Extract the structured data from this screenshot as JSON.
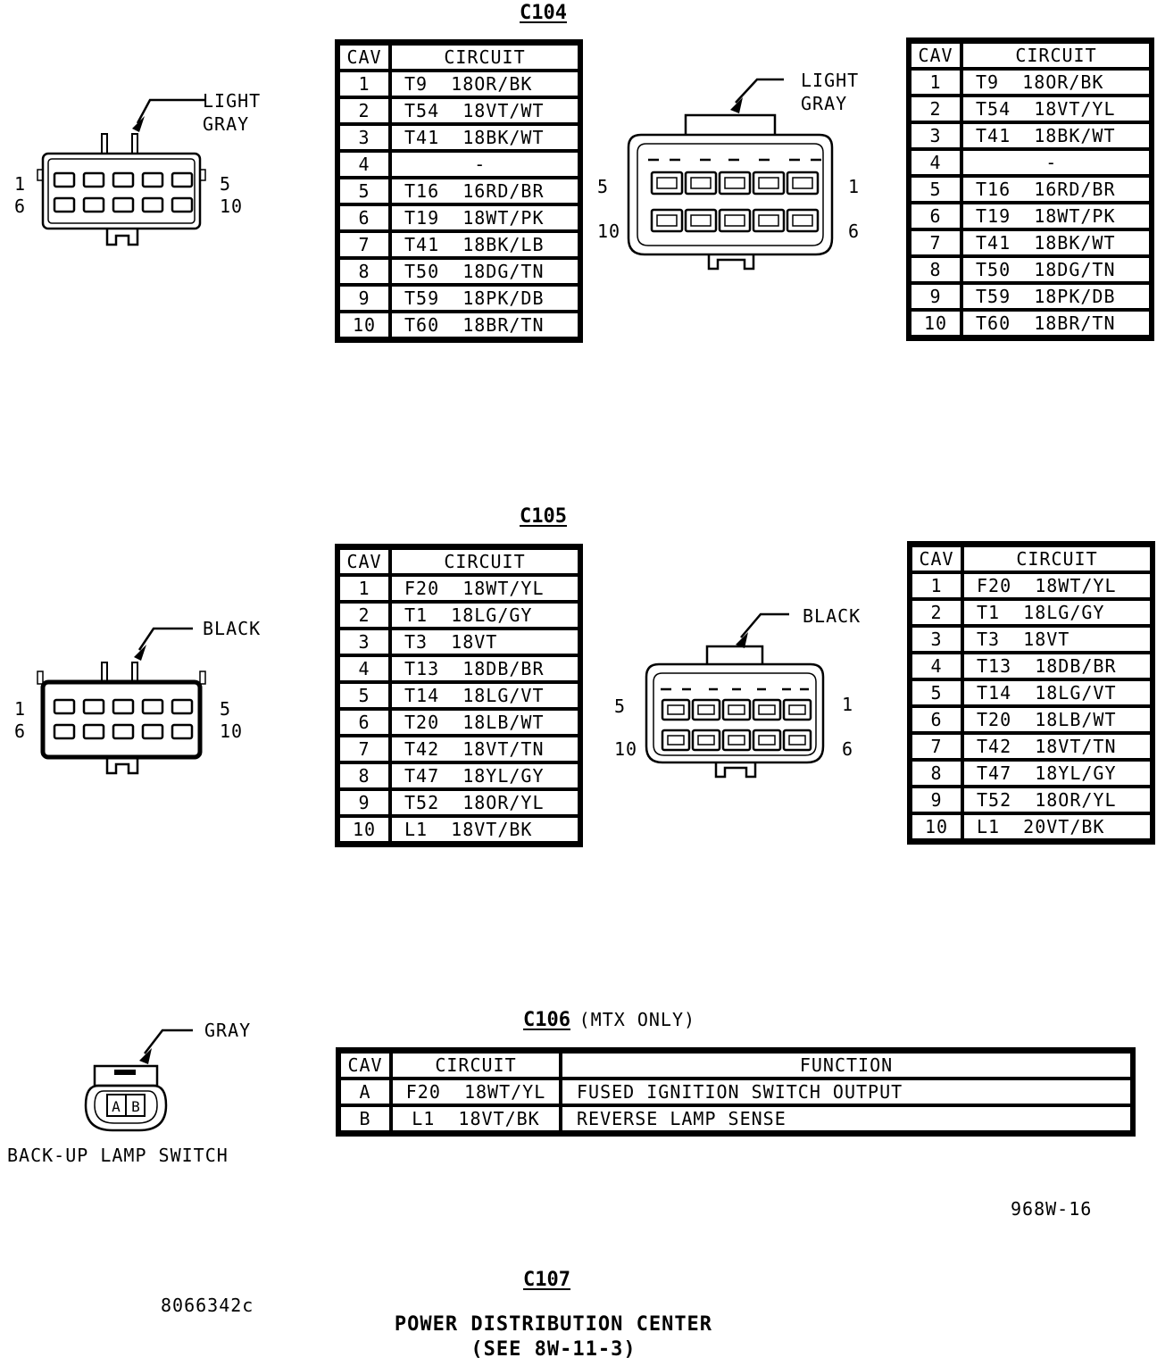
{
  "c104": {
    "title": "C104",
    "left_color": [
      "LIGHT",
      "GRAY"
    ],
    "right_color": [
      "LIGHT",
      "GRAY"
    ],
    "left_pins": {
      "tl": "1",
      "bl": "6",
      "tr": "5",
      "br": "10"
    },
    "right_pins": {
      "tl": "5",
      "bl": "10",
      "tr": "1",
      "br": "6"
    },
    "header": {
      "cav": "CAV",
      "circuit": "CIRCUIT"
    },
    "table_left": [
      {
        "cav": "1",
        "circuit": "T9  18OR/BK"
      },
      {
        "cav": "2",
        "circuit": "T54  18VT/WT"
      },
      {
        "cav": "3",
        "circuit": "T41  18BK/WT"
      },
      {
        "cav": "4",
        "circuit": "      -"
      },
      {
        "cav": "5",
        "circuit": "T16  16RD/BR"
      },
      {
        "cav": "6",
        "circuit": "T19  18WT/PK"
      },
      {
        "cav": "7",
        "circuit": "T41  18BK/LB"
      },
      {
        "cav": "8",
        "circuit": "T50  18DG/TN"
      },
      {
        "cav": "9",
        "circuit": "T59  18PK/DB"
      },
      {
        "cav": "10",
        "circuit": "T60  18BR/TN"
      }
    ],
    "table_right": [
      {
        "cav": "1",
        "circuit": "T9  18OR/BK"
      },
      {
        "cav": "2",
        "circuit": "T54  18VT/YL"
      },
      {
        "cav": "3",
        "circuit": "T41  18BK/WT"
      },
      {
        "cav": "4",
        "circuit": "      -"
      },
      {
        "cav": "5",
        "circuit": "T16  16RD/BR"
      },
      {
        "cav": "6",
        "circuit": "T19  18WT/PK"
      },
      {
        "cav": "7",
        "circuit": "T41  18BK/WT"
      },
      {
        "cav": "8",
        "circuit": "T50  18DG/TN"
      },
      {
        "cav": "9",
        "circuit": "T59  18PK/DB"
      },
      {
        "cav": "10",
        "circuit": "T60  18BR/TN"
      }
    ]
  },
  "c105": {
    "title": "C105",
    "left_color": "BLACK",
    "right_color": "BLACK",
    "left_pins": {
      "tl": "1",
      "bl": "6",
      "tr": "5",
      "br": "10"
    },
    "right_pins": {
      "tl": "5",
      "bl": "10",
      "tr": "1",
      "br": "6"
    },
    "header": {
      "cav": "CAV",
      "circuit": "CIRCUIT"
    },
    "table_left": [
      {
        "cav": "1",
        "circuit": "F20  18WT/YL"
      },
      {
        "cav": "2",
        "circuit": "T1  18LG/GY"
      },
      {
        "cav": "3",
        "circuit": "T3  18VT"
      },
      {
        "cav": "4",
        "circuit": "T13  18DB/BR"
      },
      {
        "cav": "5",
        "circuit": "T14  18LG/VT"
      },
      {
        "cav": "6",
        "circuit": "T20  18LB/WT"
      },
      {
        "cav": "7",
        "circuit": "T42  18VT/TN"
      },
      {
        "cav": "8",
        "circuit": "T47  18YL/GY"
      },
      {
        "cav": "9",
        "circuit": "T52  18OR/YL"
      },
      {
        "cav": "10",
        "circuit": "L1  18VT/BK"
      }
    ],
    "table_right": [
      {
        "cav": "1",
        "circuit": "F20  18WT/YL"
      },
      {
        "cav": "2",
        "circuit": "T1  18LG/GY"
      },
      {
        "cav": "3",
        "circuit": "T3  18VT"
      },
      {
        "cav": "4",
        "circuit": "T13  18DB/BR"
      },
      {
        "cav": "5",
        "circuit": "T14  18LG/VT"
      },
      {
        "cav": "6",
        "circuit": "T20  18LB/WT"
      },
      {
        "cav": "7",
        "circuit": "T42  18VT/TN"
      },
      {
        "cav": "8",
        "circuit": "T47  18YL/GY"
      },
      {
        "cav": "9",
        "circuit": "T52  18OR/YL"
      },
      {
        "cav": "10",
        "circuit": "L1  20VT/BK"
      }
    ]
  },
  "c106": {
    "title": "C106",
    "subtitle": "(MTX ONLY)",
    "color": "GRAY",
    "component": "BACK-UP LAMP SWITCH",
    "pins": {
      "a": "A",
      "b": "B"
    },
    "header": {
      "cav": "CAV",
      "circuit": "CIRCUIT",
      "function": "FUNCTION"
    },
    "rows": [
      {
        "cav": "A",
        "circuit": "F20  18WT/YL",
        "function": "FUSED IGNITION SWITCH OUTPUT"
      },
      {
        "cav": "B",
        "circuit": "L1  18VT/BK",
        "function": "REVERSE LAMP SENSE"
      }
    ]
  },
  "figure_code": "968W-16",
  "c107": {
    "title": "C107",
    "line1": "POWER DISTRIBUTION CENTER",
    "line2": "(SEE 8W-11-3)"
  },
  "part_number": "8066342c"
}
